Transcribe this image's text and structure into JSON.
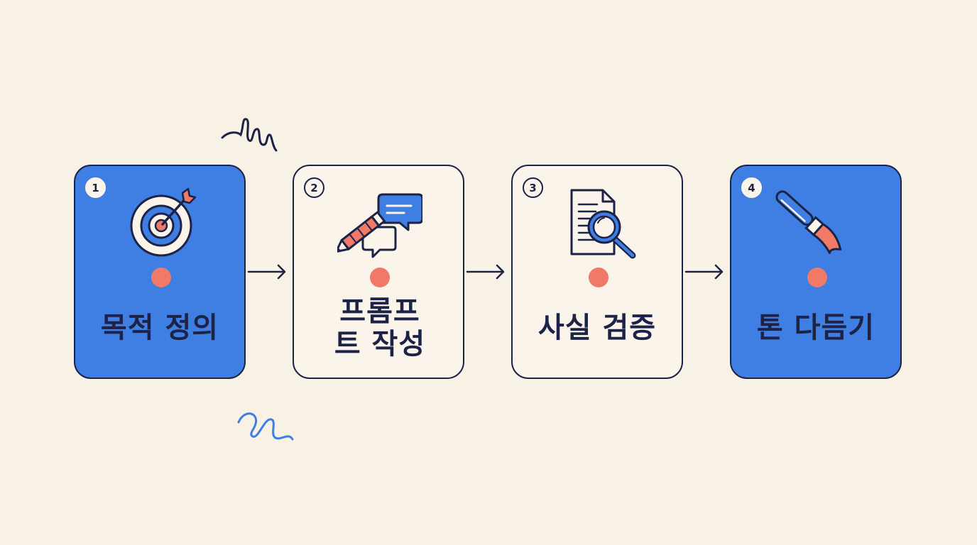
{
  "steps": [
    {
      "number": "1",
      "label": "목적 정의",
      "icon": "target-icon",
      "style": "blue"
    },
    {
      "number": "2",
      "label": "프롬프트 작성",
      "icon": "pencil-chat-icon",
      "style": "light"
    },
    {
      "number": "3",
      "label": "사실 검증",
      "icon": "document-magnifier-icon",
      "style": "light"
    },
    {
      "number": "4",
      "label": "톤 다듬기",
      "icon": "paintbrush-icon",
      "style": "blue"
    }
  ],
  "colors": {
    "background": "#f8f1e6",
    "card_blue": "#3f7ee2",
    "card_light": "#fbf4ea",
    "outline": "#1c2347",
    "accent_coral": "#f07a67"
  }
}
